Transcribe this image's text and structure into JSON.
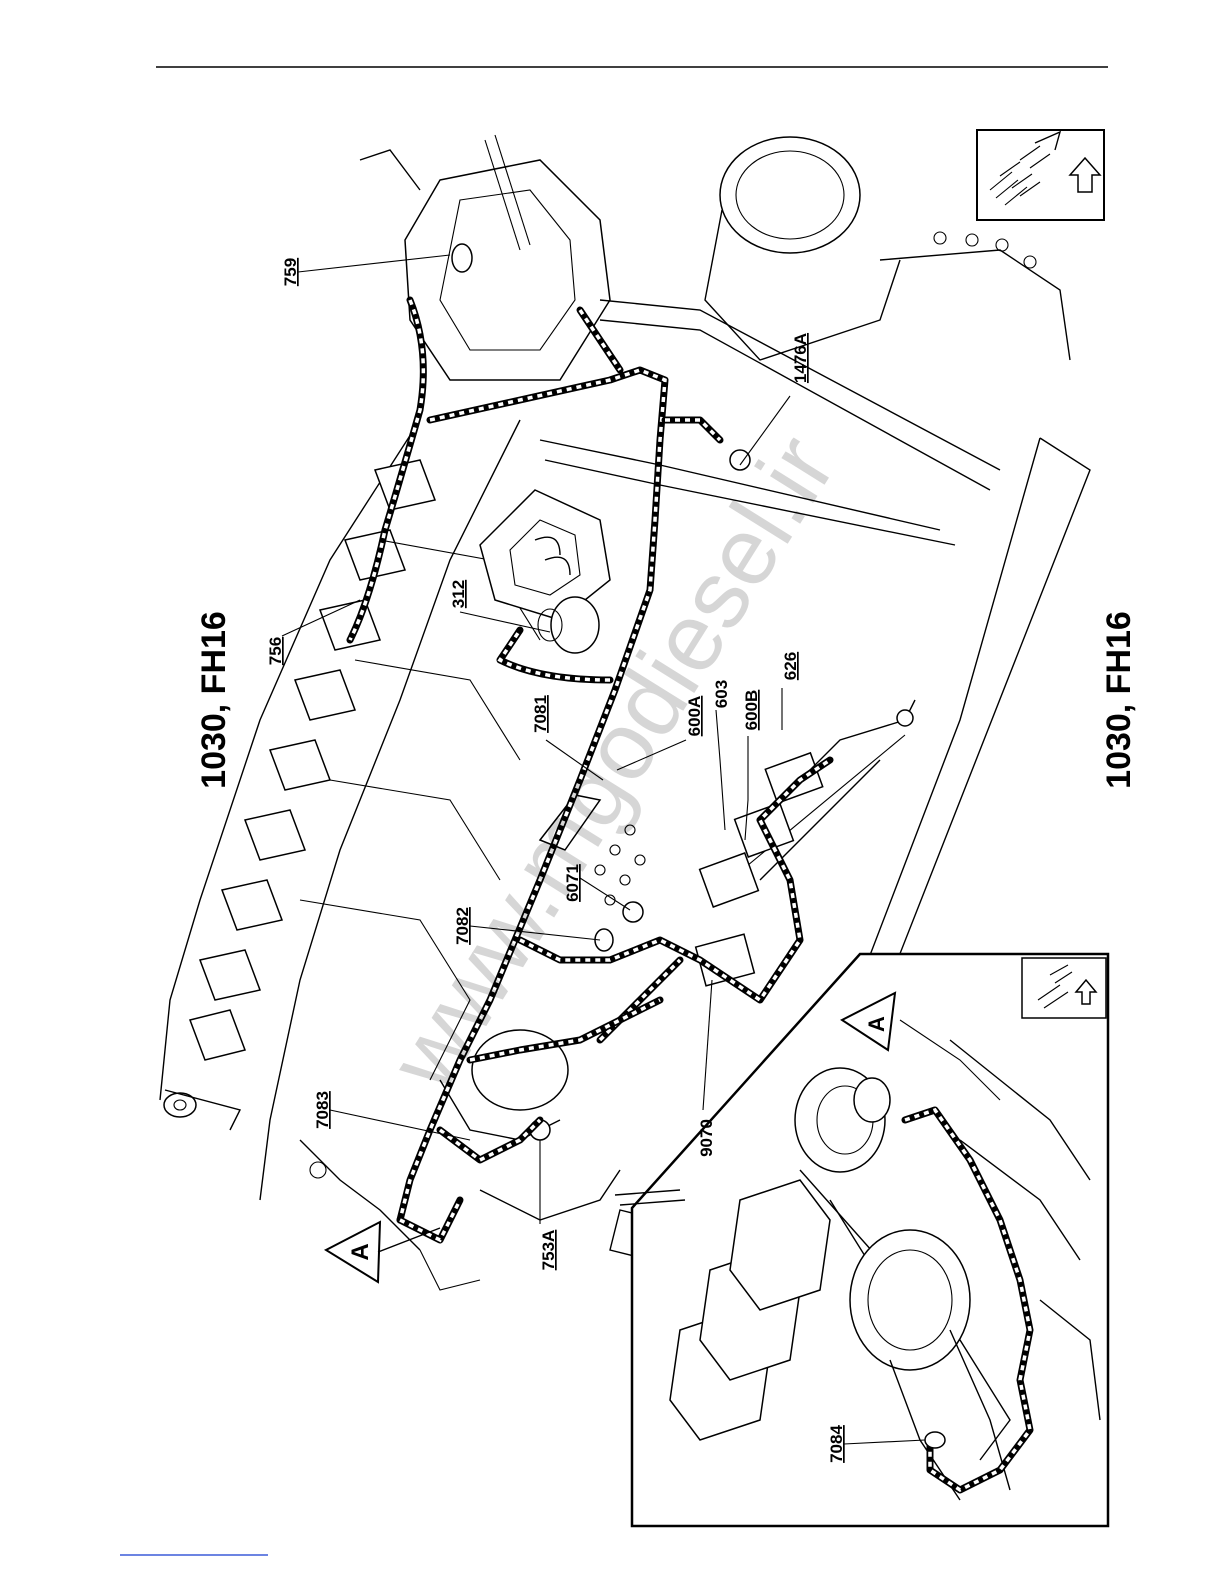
{
  "titles": {
    "top": "1030, FH16",
    "right": "1030, FH16"
  },
  "watermark": "www.mgodiesel.ir",
  "warning_symbol": "A",
  "callouts": {
    "c759": "759",
    "c1476A": "1476A",
    "c312": "312",
    "c756": "756",
    "c7081": "7081",
    "c600A": "600A",
    "c603": "603",
    "c600B": "600B",
    "c626": "626",
    "c6071": "6071",
    "c7082": "7082",
    "c9070": "9070",
    "c7083": "7083",
    "c753A": "753A",
    "c7084": "7084"
  },
  "icons": [
    "orientation-engine-icon",
    "orientation-arrow-icon",
    "warning-triangle-icon"
  ]
}
